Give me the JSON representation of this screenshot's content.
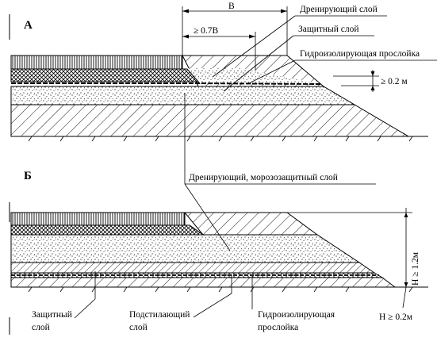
{
  "section_a": {
    "letter": "А",
    "dim_b": "В",
    "dim_07b": "≥ 0.7В",
    "label_draining": "Дренирующий слой",
    "label_protective": "Защитный слой",
    "label_waterproof": "Гидроизолирующая прослойка",
    "dim_02": "≥ 0.2 м"
  },
  "section_b": {
    "letter": "Б",
    "label_frost": "Дренирующий, морозозащитный слой",
    "dim_h12": "H ≥ 1.2м",
    "dim_h02": "H ≥ 0.2м",
    "label_protective_line1": "Защитный",
    "label_protective_line2": "слой",
    "label_underlying_line1": "Подстилающий",
    "label_underlying_line2": "слой",
    "label_waterproof_line1": "Гидроизолирующая",
    "label_waterproof_line2": "прослойка"
  }
}
